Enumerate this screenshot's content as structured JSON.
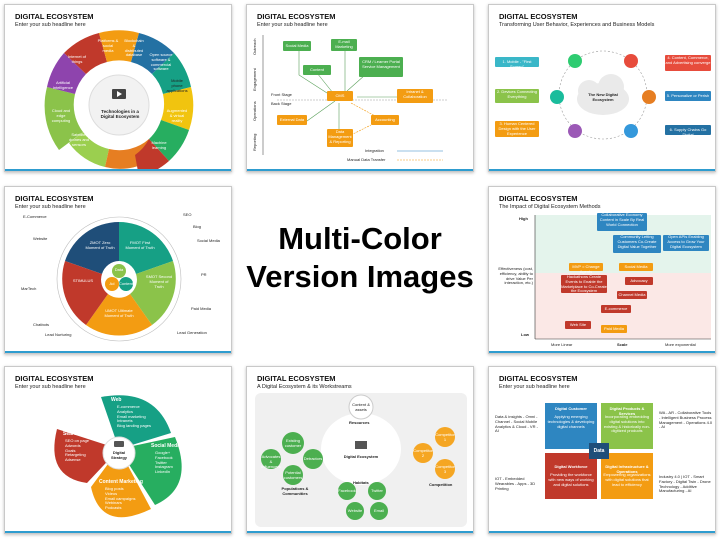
{
  "center": {
    "line1": "Multi-Color",
    "line2": "Version Images"
  },
  "s1": {
    "title": "DIGITAL ECOSYSTEM",
    "sub": "Enter your sub headline here",
    "center": "Technologies in a Digital Ecosystem",
    "segments": [
      "Platforms & social media",
      "Blockchain & distributed database",
      "Open source software & commercial software",
      "Mobile phone applications",
      "Augmented & virtual reality",
      "Machine learning",
      "Satellite, drones and sensors",
      "Cloud and edge computing",
      "Artificial intelligence",
      "Internet of things"
    ]
  },
  "s2": {
    "title": "DIGITAL ECOSYSTEM",
    "sub": "Enter your sub headline here",
    "rows": [
      "Outreach",
      "Engagement",
      "Operations",
      "Reporting"
    ],
    "stages": [
      "Front Stage",
      "Back Stage"
    ],
    "boxes": [
      "Social Media",
      "E-mail Marketing",
      "Content",
      "CRM / Learner Portal Service Management",
      "CMS",
      "Intranet & Collaboration",
      "External Data",
      "Data Management & Reporting",
      "Accounting"
    ],
    "legend": [
      "Integration",
      "Manual Data Transfer"
    ]
  },
  "s3": {
    "title": "DIGITAL ECOSYSTEM",
    "sub": "Transforming User Behavior, Experiences and Business Models",
    "left": [
      "1. Mobile - \"First Screen\"",
      "2. Devices Connecting Everything",
      "3. Human Centered Design with the User Experience"
    ],
    "right": [
      "4. Content, Commerce, and Advertising converge",
      "5. Personalize or Perish",
      "6. Supply Chains Go Digital"
    ],
    "center": "The New Digital Ecosystem"
  },
  "s4": {
    "title": "DIGITAL ECOSYSTEM",
    "sub": "Enter your sub headline here",
    "core": [
      "Data",
      "Ad",
      "Content"
    ],
    "segments": [
      "ZMOT Zero Moment of Truth",
      "FMOT First Moment of Truth",
      "SMOT Second Moment of Truth",
      "UMOT Ultimate Moment of Truth",
      "STIMULUS"
    ],
    "labels": [
      "E-Commerce",
      "Website",
      "MarTech",
      "Chatbots",
      "Lead Nurturing",
      "SEO",
      "Blog",
      "Social Media",
      "PR",
      "Paid Media",
      "Lead Generation"
    ]
  },
  "s5": {
    "title": "DIGITAL ECOSYSTEM",
    "sub": "The Impact of Digital Ecosystem Methods",
    "yaxis": "Effectiveness (cost, efficiency, ability to drive Value Per interaction, etc.)",
    "ytick": [
      "High",
      "Low"
    ],
    "xtick": [
      "More Linear",
      "More exponential"
    ],
    "xlabel": "Scale",
    "items": [
      "Collaborative Economy Content in Scale By Real World Connection",
      "Community Letting Customers Co-Create Digital Value Together",
      "Open APIs Enabling Access to Grow Your Digital Ecosystem",
      "MVP = Change Agents",
      "Social Media",
      "Advocacy",
      "Hackathons Create Events to Enable the Marketplace to Co-Create the Ecosystem",
      "Channel Media",
      "E-commerce",
      "Web Site",
      "Paid Media"
    ]
  },
  "s6": {
    "title": "DIGITAL ECOSYSTEM",
    "sub": "Enter your sub headline here",
    "center": "Digital Strategy",
    "web": {
      "head": "Web",
      "items": [
        "E-commerce",
        "Analytics",
        "Email marketing",
        "Intranets",
        "Blog landing pages"
      ]
    },
    "social": {
      "head": "Social Media",
      "items": [
        "Google+",
        "Facebook",
        "Twitter",
        "Instagram",
        "LinkedIn"
      ]
    },
    "search": {
      "head": "Search",
      "items": [
        "SEO on page",
        "Adwords",
        "Goals",
        "Retargeting",
        "Adsense"
      ]
    },
    "content": {
      "head": "Content Marketing",
      "items": [
        "Blog posts",
        "Videos",
        "Email campaigns",
        "Webinars",
        "Podcasts"
      ]
    }
  },
  "s7": {
    "title": "DIGITAL ECOSYSTEM",
    "sub": "A Digital Ecosystem & its Workstreams",
    "center": "Digital Ecosystem",
    "groups": [
      "Resources",
      "Populations & Communities",
      "Habitats",
      "Competition"
    ],
    "bubbles": [
      "Content & assets",
      "Existing customer",
      "Advocates & influencers",
      "Detractors",
      "Potential customers",
      "Facebook",
      "Twitter",
      "Website",
      "Email",
      "Competitor 1",
      "Competitor 2",
      "Competitor 3"
    ]
  },
  "s8": {
    "title": "DIGITAL ECOSYSTEM",
    "sub": "Enter your sub headline here",
    "center": "Data",
    "quads": [
      {
        "head": "Digital Customer",
        "body": "Applying emerging technologies & developing digital channels"
      },
      {
        "head": "Digital Products & Services",
        "body": "Incorporating embedding digital solutions into existing & historically non-digitized products"
      },
      {
        "head": "Digital Workforce",
        "body": "Providing the workforce with new ways of working and digital solutions"
      },
      {
        "head": "Digital Infrastructure & Operations",
        "body": "Empowering organizations with digital solutions that lead to efficiency"
      }
    ],
    "sides": [
      "Data & insights - Omni - Channel - Social Mobile Analytics & Cloud - VR - AI",
      "WA - AR - Collaborative Tools - Intelligent Business Process Management - Operations 4.0 - AI",
      "IOT - Embedded Wearables - Apps - 3D Printing",
      "Industry 4.0 | IOT - Smart Factory - Digital Twin - Drone Technology - Additive Manufacturing - AI"
    ]
  }
}
